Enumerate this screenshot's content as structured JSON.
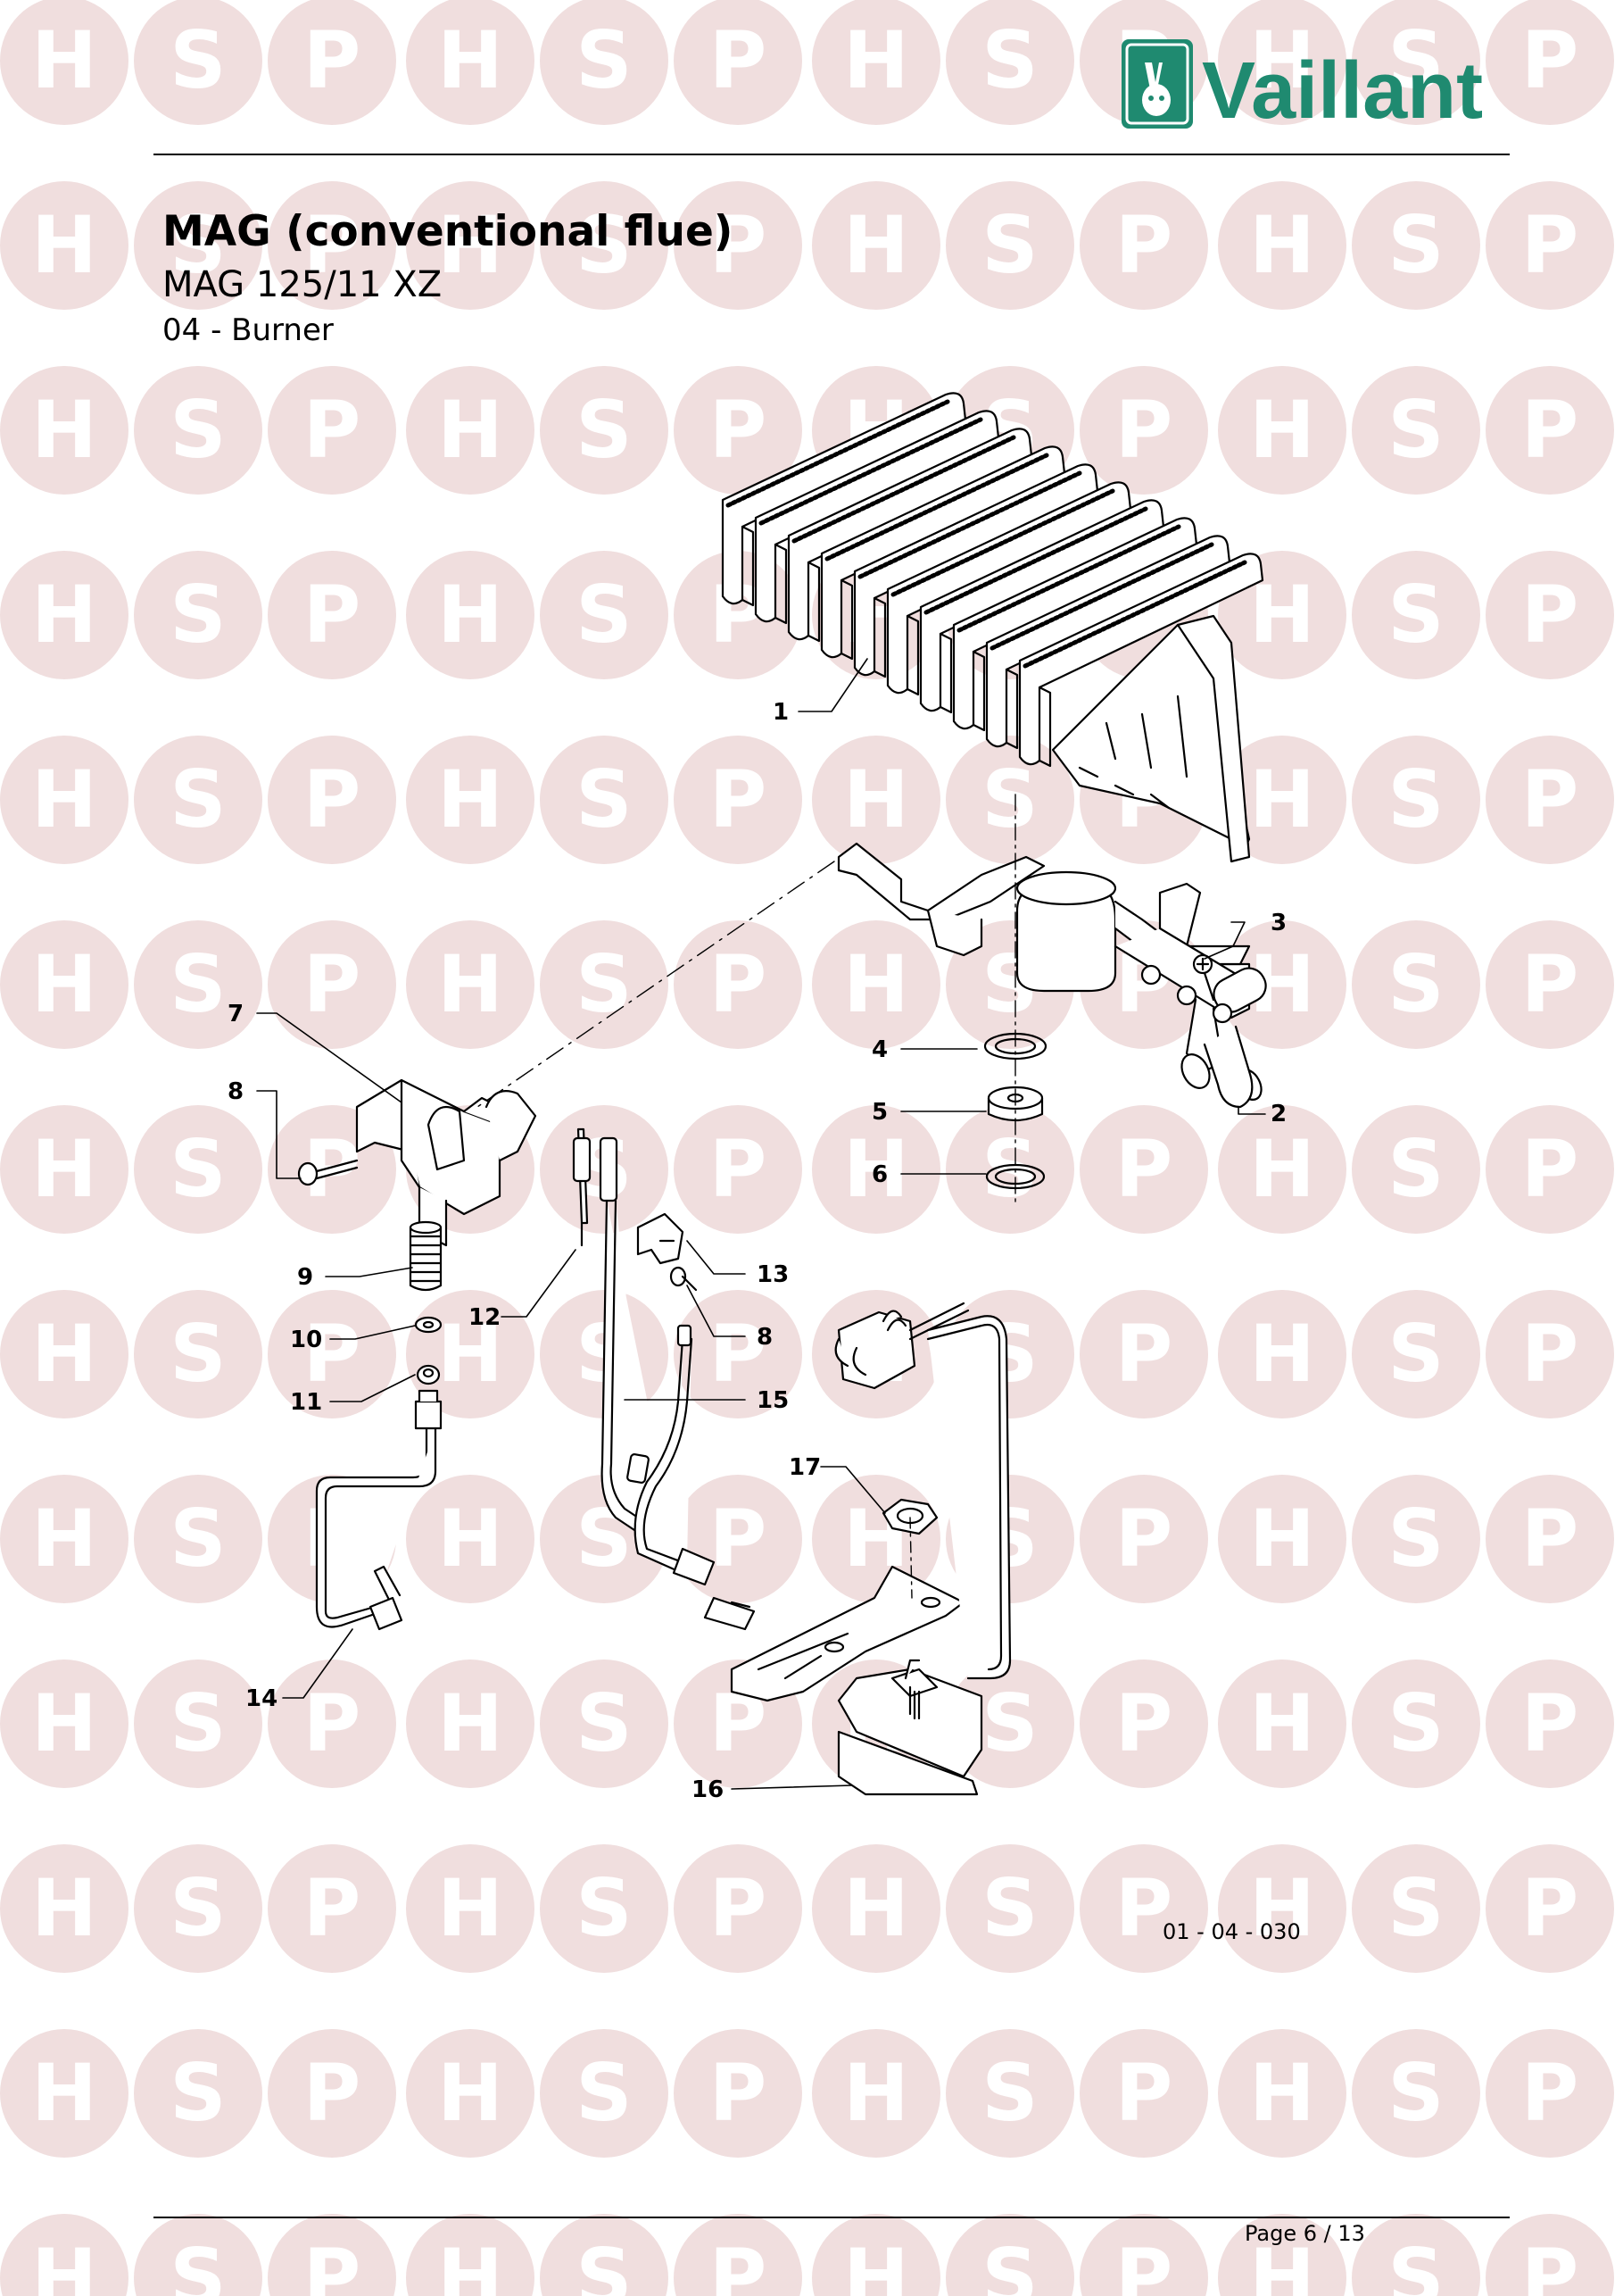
{
  "header": {
    "brand": "Vaillant",
    "title": "MAG (conventional flue)",
    "model": "MAG 125/11 XZ",
    "section": "04 - Burner"
  },
  "watermark": {
    "letters": [
      "H",
      "S",
      "P"
    ],
    "color": "#f0dede"
  },
  "diagram": {
    "callouts": [
      "1",
      "2",
      "3",
      "4",
      "5",
      "6",
      "7",
      "8",
      "8",
      "9",
      "10",
      "11",
      "12",
      "13",
      "14",
      "15",
      "16",
      "17"
    ],
    "reference": "01 - 04 - 030"
  },
  "footer": {
    "page": "Page 6 / 13"
  },
  "colors": {
    "brand_green": "#1f8a70",
    "ink": "#000000"
  }
}
